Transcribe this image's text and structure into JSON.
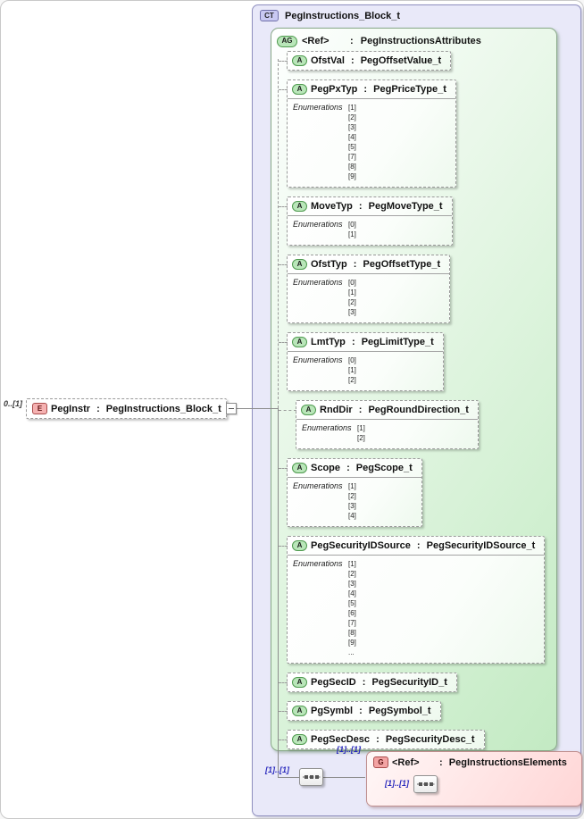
{
  "diagram": {
    "separator": " : ",
    "complex_type": {
      "badge": "CT",
      "title": "PegInstructions_Block_t"
    },
    "element": {
      "badge": "E",
      "name": "PegInstr",
      "type": "PegInstructions_Block_t",
      "cardinality": "0..[1]"
    },
    "attribute_group": {
      "badge": "AG",
      "ref": "<Ref>",
      "type": "PegInstructionsAttributes",
      "enumerations_label": "Enumerations",
      "attributes": [
        {
          "badge": "A",
          "name": "OfstVal",
          "type": "PegOffsetValue_t",
          "enumerations": []
        },
        {
          "badge": "A",
          "name": "PegPxTyp",
          "type": "PegPriceType_t",
          "enumerations": [
            "[1]",
            "[2]",
            "[3]",
            "[4]",
            "[5]",
            "[7]",
            "[8]",
            "[9]"
          ]
        },
        {
          "badge": "A",
          "name": "MoveTyp",
          "type": "PegMoveType_t",
          "enumerations": [
            "[0]",
            "[1]"
          ]
        },
        {
          "badge": "A",
          "name": "OfstTyp",
          "type": "PegOffsetType_t",
          "enumerations": [
            "[0]",
            "[1]",
            "[2]",
            "[3]"
          ]
        },
        {
          "badge": "A",
          "name": "LmtTyp",
          "type": "PegLimitType_t",
          "enumerations": [
            "[0]",
            "[1]",
            "[2]"
          ]
        },
        {
          "badge": "A",
          "name": "RndDir",
          "type": "PegRoundDirection_t",
          "enumerations": [
            "[1]",
            "[2]"
          ],
          "indent": true
        },
        {
          "badge": "A",
          "name": "Scope",
          "type": "PegScope_t",
          "enumerations": [
            "[1]",
            "[2]",
            "[3]",
            "[4]"
          ]
        },
        {
          "badge": "A",
          "name": "PegSecurityIDSource",
          "type": "PegSecurityIDSource_t",
          "enumerations": [
            "[1]",
            "[2]",
            "[3]",
            "[4]",
            "[5]",
            "[6]",
            "[7]",
            "[8]",
            "[9]",
            "..."
          ]
        },
        {
          "badge": "A",
          "name": "PegSecID",
          "type": "PegSecurityID_t",
          "enumerations": []
        },
        {
          "badge": "A",
          "name": "PgSymbl",
          "type": "PegSymbol_t",
          "enumerations": []
        },
        {
          "badge": "A",
          "name": "PegSecDesc",
          "type": "PegSecurityDesc_t",
          "enumerations": []
        }
      ]
    },
    "element_group": {
      "badge": "G",
      "ref": "<Ref>",
      "type": "PegInstructionsElements",
      "cardinality": "[1]..[1]",
      "link_cardinality": "[1]..[1]",
      "inner_cardinality": "[1]..[1]"
    }
  },
  "colors": {
    "complex_type_fill": "#e9e9f9",
    "complex_type_border": "#8f8fbf",
    "attribute_group_fill": "#d5f1d5",
    "attribute_group_border": "#88a888",
    "element_group_fill": "#ffdede",
    "element_group_border": "#bf8f8f",
    "badge_green": "#b9e6b9",
    "badge_red": "#f3a3a3",
    "badge_purple": "#c9c9f2",
    "cardinality_blue": "#2b2bbd"
  }
}
